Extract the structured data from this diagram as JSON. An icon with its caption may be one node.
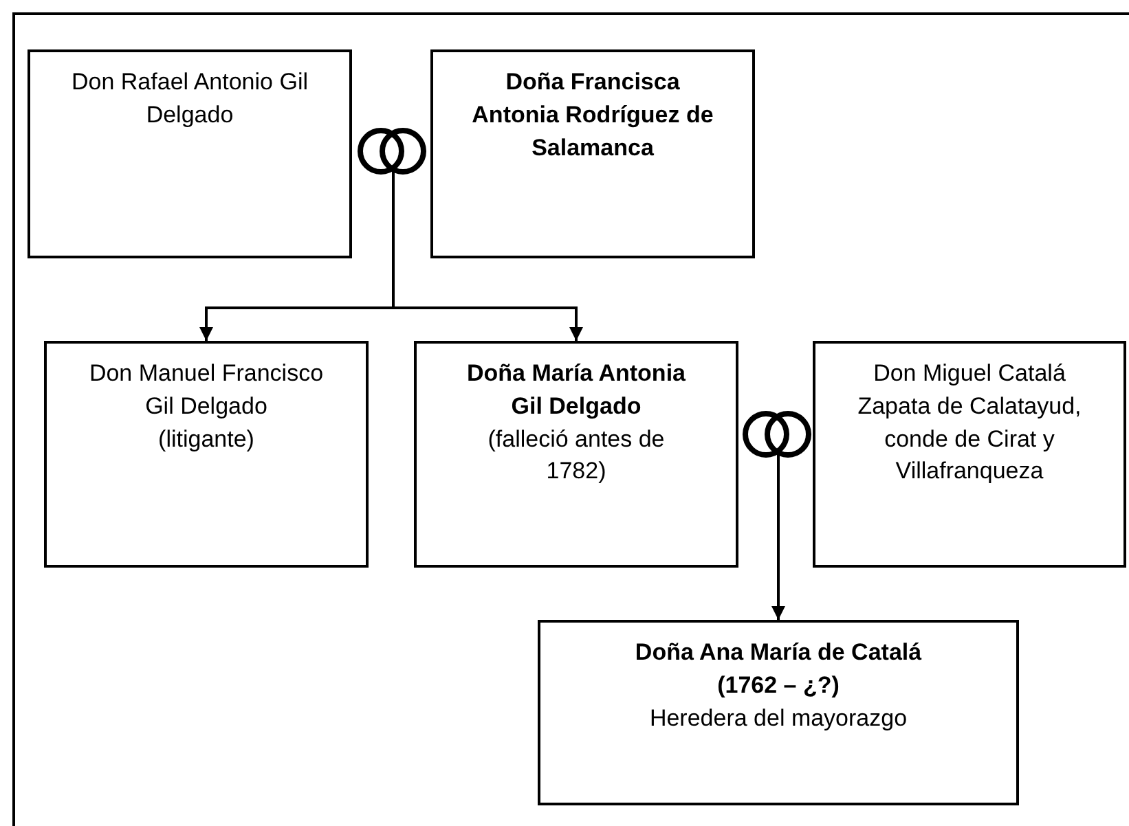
{
  "diagram": {
    "nodes": [
      {
        "text": [
          "Don Rafael Antonio Gil Delgado"
        ]
      },
      {
        "text": [
          "Doña Francisca Antonia Rodríguez de Salamanca"
        ]
      },
      {
        "text": [
          "Don Manuel Francisco Gil Delgado",
          "(litigante)"
        ]
      },
      {
        "text": [
          "Doña María Antonia Gil Delgado",
          "(falleció antes de 1782)"
        ]
      },
      {
        "text": [
          "Don Miguel Catalá Zapata de Calatayud, conde de Cirat y Villafranqueza"
        ]
      },
      {
        "text": [
          "Doña Ana María de Catalá (1762 – ¿?)",
          "Heredera del mayorazgo"
        ]
      },
      {
        "text": [],
        "shape": "circle"
      },
      {
        "text": [],
        "shape": "circle"
      }
    ],
    "edges": [
      {
        "from": 6,
        "to": 2,
        "arrow": "to"
      },
      {
        "from": 6,
        "to": 3,
        "arrow": "to"
      },
      {
        "from": 7,
        "to": 5,
        "arrow": "to"
      }
    ]
  }
}
